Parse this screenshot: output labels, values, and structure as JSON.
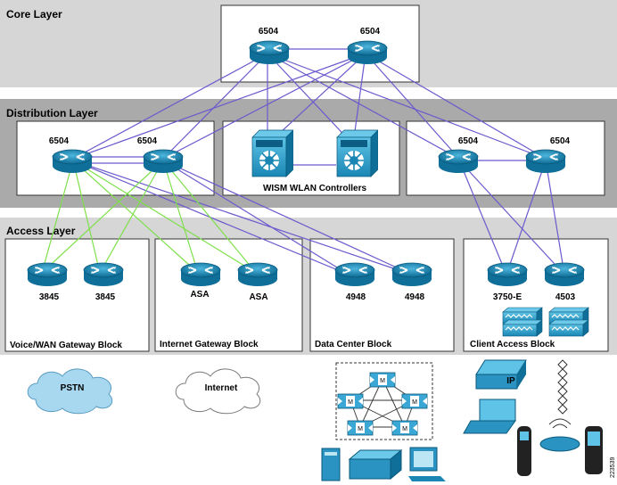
{
  "layers": {
    "core": "Core Layer",
    "distribution": "Distribution Layer",
    "access": "Access Layer"
  },
  "devices": {
    "core_left": "6504",
    "core_right": "6504",
    "dist_a1": "6504",
    "dist_a2": "6504",
    "dist_c1": "6504",
    "dist_c2": "6504",
    "voice_1": "3845",
    "voice_2": "3845",
    "inet_1": "ASA",
    "inet_2": "ASA",
    "dc_1": "4948",
    "dc_2": "4948",
    "client_1": "3750-E",
    "client_2": "4503"
  },
  "wism_label": "WISM WLAN Controllers",
  "blocks": {
    "voice": "Voice/WAN Gateway Block",
    "internet": "Internet Gateway Block",
    "datacenter": "Data Center Block",
    "client": "Client Access Block"
  },
  "clouds": {
    "pstn": "PSTN",
    "internet": "Internet"
  },
  "phone_label": "IP",
  "module_label": "M",
  "figure_id": "223539",
  "colors": {
    "band": "#d4d4d4",
    "dist_band": "#ababab",
    "router": "#1e7fa6",
    "link_blue": "#6a5acd",
    "link_green": "#7ee04a",
    "cloud": "#a8d8f0"
  }
}
